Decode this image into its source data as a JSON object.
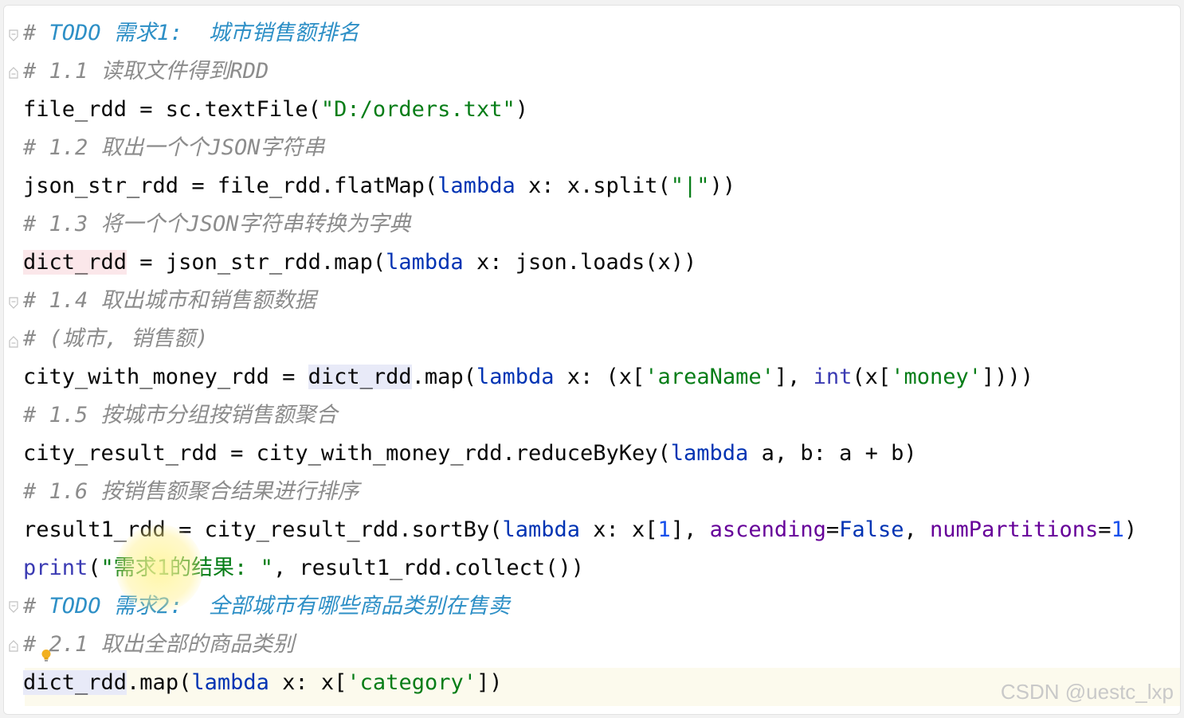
{
  "editor": {
    "lines": [
      {
        "id": "l1",
        "parts": [
          [
            "cm",
            "# "
          ],
          [
            "todo",
            "TODO 需求1:  城市销售额排名"
          ]
        ]
      },
      {
        "id": "l2",
        "parts": [
          [
            "cm",
            "# 1.1 读取文件得到RDD"
          ]
        ]
      },
      {
        "id": "l3",
        "parts": [
          [
            "",
            "file_rdd = sc.textFile("
          ],
          [
            "str",
            "\"D:/orders.txt\""
          ],
          [
            "",
            ")"
          ]
        ]
      },
      {
        "id": "l4",
        "parts": [
          [
            "cm",
            "# 1.2 取出一个个JSON字符串"
          ]
        ]
      },
      {
        "id": "l5",
        "parts": [
          [
            "",
            "json_str_rdd = file_rdd.flatMap("
          ],
          [
            "kw",
            "lambda"
          ],
          [
            "",
            " x: x.split("
          ],
          [
            "str",
            "\"|\""
          ],
          [
            "",
            "))"
          ]
        ]
      },
      {
        "id": "l6",
        "parts": [
          [
            "cm",
            "# 1.3 将一个个JSON字符串转换为字典"
          ]
        ]
      },
      {
        "id": "l7",
        "parts": [
          [
            "hl-red",
            "dict_rdd"
          ],
          [
            "",
            " = json_str_rdd.map("
          ],
          [
            "kw",
            "lambda"
          ],
          [
            "",
            " x: json.loads(x))"
          ]
        ]
      },
      {
        "id": "l8",
        "parts": [
          [
            "cm",
            "# 1.4 取出城市和销售额数据"
          ]
        ]
      },
      {
        "id": "l9",
        "parts": [
          [
            "cm",
            "# (城市, 销售额)"
          ]
        ]
      },
      {
        "id": "l10",
        "parts": [
          [
            "",
            "city_with_money_rdd = "
          ],
          [
            "hl-blue",
            "dict_rdd"
          ],
          [
            "",
            ".map("
          ],
          [
            "kw",
            "lambda"
          ],
          [
            "",
            " x: (x["
          ],
          [
            "str",
            "'areaName'"
          ],
          [
            "",
            "], "
          ],
          [
            "bi",
            "int"
          ],
          [
            "",
            "(x["
          ],
          [
            "str",
            "'money'"
          ],
          [
            "",
            "])))"
          ]
        ]
      },
      {
        "id": "l11",
        "parts": [
          [
            "cm",
            "# 1.5 按城市分组按销售额聚合"
          ]
        ]
      },
      {
        "id": "l12",
        "parts": [
          [
            "",
            "city_result_rdd = city_with_money_rdd.reduceByKey("
          ],
          [
            "kw",
            "lambda"
          ],
          [
            "",
            " a, b: a + b)"
          ]
        ]
      },
      {
        "id": "l13",
        "parts": [
          [
            "cm",
            "# 1.6 按销售额聚合结果进行排序"
          ]
        ]
      },
      {
        "id": "l14",
        "parts": [
          [
            "",
            "result1_rdd = city_result_rdd.sortBy("
          ],
          [
            "kw",
            "lambda"
          ],
          [
            "",
            " x: x["
          ],
          [
            "num",
            "1"
          ],
          [
            "",
            "], "
          ],
          [
            "param",
            "ascending"
          ],
          [
            "",
            "="
          ],
          [
            "kw",
            "False"
          ],
          [
            "",
            ", "
          ],
          [
            "param",
            "numPartitions"
          ],
          [
            "",
            "="
          ],
          [
            "num",
            "1"
          ],
          [
            "",
            ")"
          ]
        ]
      },
      {
        "id": "l15",
        "parts": [
          [
            "bi",
            "print"
          ],
          [
            "",
            "("
          ],
          [
            "str",
            "\"需求1的结果: \""
          ],
          [
            "",
            ", result1_rdd.collect())"
          ]
        ]
      },
      {
        "id": "l16",
        "parts": [
          [
            "cm",
            "# "
          ],
          [
            "todo",
            "TODO 需求2:  全部城市有哪些商品类别在售卖"
          ]
        ]
      },
      {
        "id": "l17",
        "parts": [
          [
            "cm",
            "# 2.1 取出全部的商品类别"
          ]
        ]
      },
      {
        "id": "l18",
        "parts": [
          [
            "hl-blue",
            "dict_rdd"
          ],
          [
            "",
            ".map("
          ],
          [
            "kw",
            "lambda"
          ],
          [
            "",
            " x: x["
          ],
          [
            "str",
            "'category'"
          ],
          [
            "",
            "])"
          ]
        ]
      }
    ]
  },
  "icons": {
    "fold_marker": "fold-marker-icon",
    "intention_bulb": "lightbulb-icon"
  },
  "watermark": {
    "text": "CSDN @uestc_lxp"
  },
  "colors": {
    "comment": "#8c8c8c",
    "todo": "#2d8fc6",
    "string": "#067d17",
    "keyword": "#0033b3",
    "builtin": "#3b3bb3",
    "number": "#1750eb",
    "named_param": "#660099"
  }
}
